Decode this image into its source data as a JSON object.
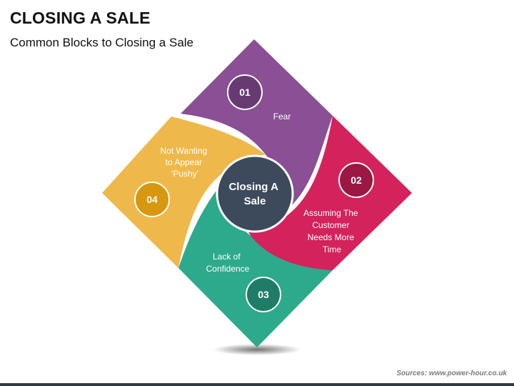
{
  "title": "CLOSING A SALE",
  "subtitle": "Common Blocks to Closing a Sale",
  "center_label": [
    "Closing A",
    "Sale"
  ],
  "blocks": [
    {
      "number": "01",
      "label": [
        "Fear"
      ],
      "color": "#8a4f94",
      "badge_color": "#683a72"
    },
    {
      "number": "02",
      "label": [
        "Assuming The",
        "Customer",
        "Needs More",
        "Time"
      ],
      "color": "#d4225c",
      "badge_color": "#9c1744"
    },
    {
      "number": "03",
      "label": [
        "Lack of",
        "Confidence"
      ],
      "color": "#2daa8c",
      "badge_color": "#1f7c66"
    },
    {
      "number": "04",
      "label": [
        "Not Wanting",
        "to Appear",
        "‘Pushy’"
      ],
      "color": "#efb84a",
      "badge_color": "#d7980f"
    }
  ],
  "center_color": "#3c4a5c",
  "source": "Sources: www.power-hour.co.uk"
}
